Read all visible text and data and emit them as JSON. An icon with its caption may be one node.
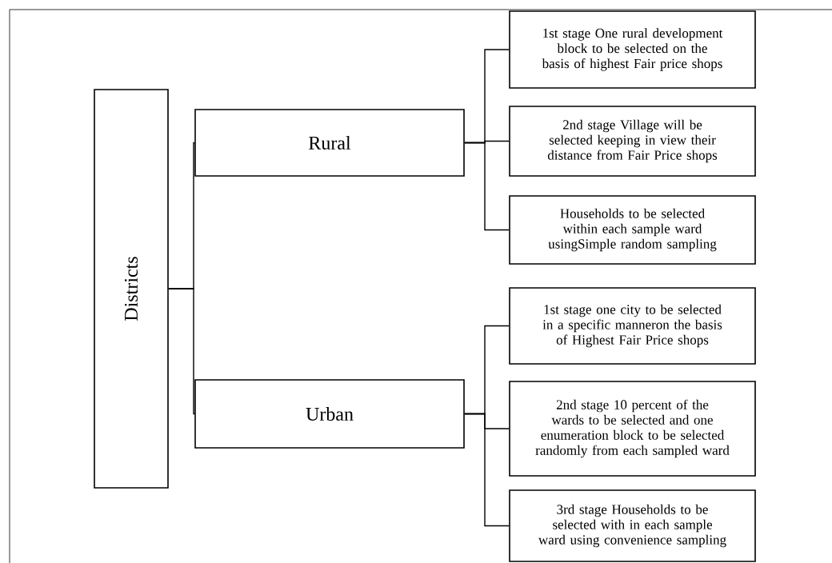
{
  "diagram": {
    "nodes": [
      {
        "text": [
          "Districts"
        ]
      },
      {
        "text": [
          "Rural"
        ]
      },
      {
        "text": [
          "Urban"
        ]
      },
      {
        "text": [
          "1st stage One rural development block to be selected on the basis of highest Fair price shops"
        ]
      },
      {
        "text": [
          "2nd stage Village will be selected keeping in view their distance from Fair Price shops"
        ]
      },
      {
        "text": [
          "Households to be selected within each sample ward usingSimple random sampling"
        ]
      },
      {
        "text": [
          "1st stage one city to be selected in a specific manneron the basis of Highest Fair Price shops"
        ]
      },
      {
        "text": [
          "2nd stage 10 percent of the wards to be selected and one enumeration block to be selected randomly from each sampled ward"
        ]
      },
      {
        "text": [
          "3rd stage Households to be selected with in each sample ward using convenience sampling"
        ]
      }
    ],
    "edges": [
      {
        "from": 0,
        "to": 1,
        "arrow": "none"
      },
      {
        "from": 0,
        "to": 2,
        "arrow": "none"
      },
      {
        "from": 1,
        "to": 3,
        "arrow": "none"
      },
      {
        "from": 1,
        "to": 4,
        "arrow": "none"
      },
      {
        "from": 1,
        "to": 5,
        "arrow": "none"
      },
      {
        "from": 2,
        "to": 6,
        "arrow": "none"
      },
      {
        "from": 2,
        "to": 7,
        "arrow": "none"
      },
      {
        "from": 2,
        "to": 8,
        "arrow": "none"
      }
    ]
  }
}
